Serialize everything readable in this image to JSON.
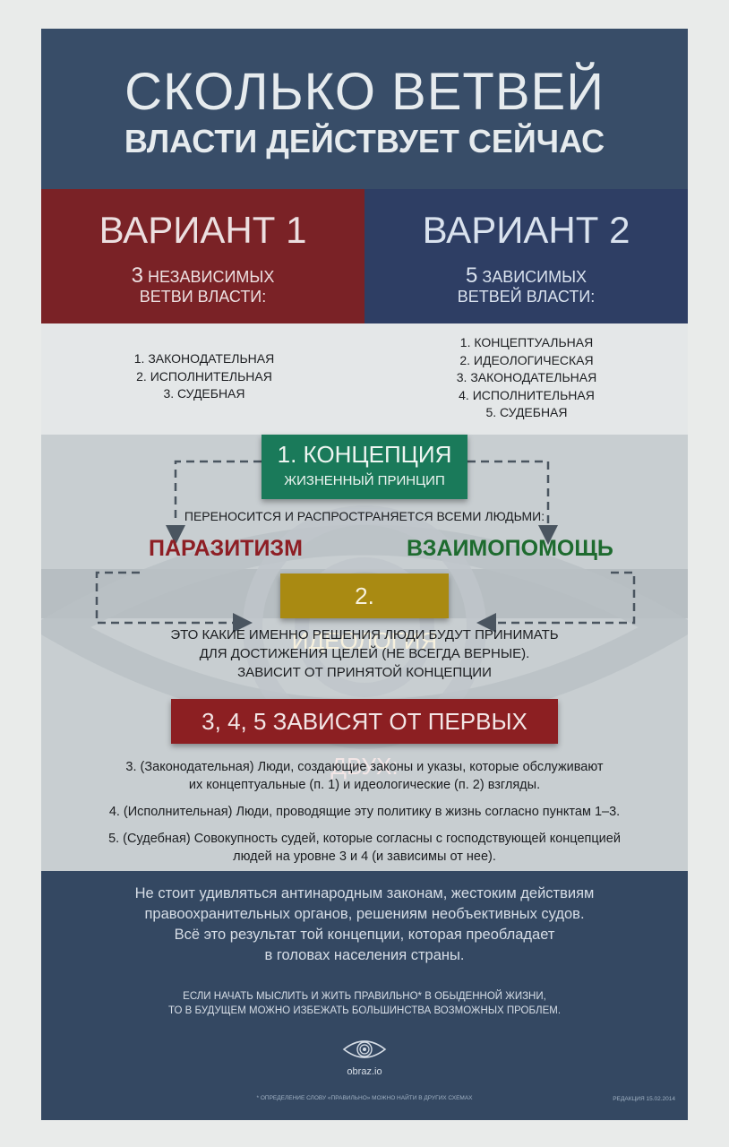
{
  "header": {
    "title_line1": "СКОЛЬКО ВЕТВЕЙ",
    "title_line2": "ВЛАСТИ ДЕЙСТВУЕТ СЕЙЧАС"
  },
  "variant1": {
    "title": "ВАРИАНТ 1",
    "count": "3",
    "sub_line1": "НЕЗАВИСИМЫХ",
    "sub_line2": "ВЕТВИ ВЛАСТИ:",
    "items": [
      "1. ЗАКОНОДАТЕЛЬНАЯ",
      "2. ИСПОЛНИТЕЛЬНАЯ",
      "3. СУДЕБНАЯ"
    ]
  },
  "variant2": {
    "title": "ВАРИАНТ 2",
    "count": "5",
    "sub_line1": "ЗАВИСИМЫХ",
    "sub_line2": "ВЕТВЕЙ ВЛАСТИ:",
    "items": [
      "1. КОНЦЕПТУАЛЬНАЯ",
      "2. ИДЕОЛОГИЧЕСКАЯ",
      "3. ЗАКОНОДАТЕЛЬНАЯ",
      "4. ИСПОЛНИТЕЛЬНАЯ",
      "5. СУДЕБНАЯ"
    ]
  },
  "concept": {
    "title": "1. КОНЦЕПЦИЯ",
    "subtitle": "ЖИЗНЕННЫЙ ПРИНЦИП"
  },
  "spread_text": "ПЕРЕНОСИТСЯ И РАСПРОСТРАНЯЕТСЯ ВСЕМИ ЛЮДЬМИ:",
  "parasitism": "ПАРАЗИТИЗМ",
  "mutual_aid": "ВЗАИМОПОМОЩЬ",
  "ideology": {
    "title": "2. ИДЕОЛОГИЯ",
    "lines": [
      "ЭТО КАКИЕ ИМЕННО РЕШЕНИЯ ЛЮДИ БУДУТ ПРИНИМАТЬ",
      "ДЛЯ ДОСТИЖЕНИЯ ЦЕЛЕЙ (НЕ ВСЕГДА ВЕРНЫЕ).",
      "ЗАВИСИТ ОТ ПРИНЯТОЙ КОНЦЕПЦИИ"
    ]
  },
  "dependents": {
    "title": "3, 4, 5 ЗАВИСЯТ ОТ ПЕРВЫХ ДВУХ:",
    "item3_line1": "3. (Законодательная) Люди, создающие законы и указы, которые обслуживают",
    "item3_line2": "их концептуальные (п. 1) и идеологические (п. 2) взгляды.",
    "item4": "4. (Исполнительная) Люди, проводящие эту политику в жизнь согласно пунктам 1–3.",
    "item5_line1": "5. (Судебная) Совокупность судей, которые согласны с господствующей концепцией",
    "item5_line2": "людей на уровне 3 и 4 (и зависимы от нее)."
  },
  "footer": {
    "warning_lines": [
      "Не стоит удивляться антинародным законам, жестоким действиям",
      "правоохранительных органов, решениям необъективных судов.",
      "Всё это результат той концепции, которая преобладает",
      "в головах населения страны."
    ],
    "tip_lines": [
      "ЕСЛИ НАЧАТЬ МЫСЛИТЬ И ЖИТЬ ПРАВИЛЬНО* В ОБЫДЕННОЙ ЖИЗНИ,",
      "ТО В БУДУЩЕМ МОЖНО ИЗБЕЖАТЬ БОЛЬШИНСТВА ВОЗМОЖНЫХ ПРОБЛЕМ."
    ],
    "logo_icon": "eye-spiral-icon",
    "site": "obraz.io",
    "footnote": "* ОПРЕДЕЛЕНИЕ СЛОВУ «ПРАВИЛЬНО» МОЖНО НАЙТИ В ДРУГИХ СХЕМАХ",
    "edition": "РЕДАКЦИЯ 15.02.2014"
  },
  "colors": {
    "header_blue": "#384d68",
    "variant1_red": "#7a2226",
    "variant2_blue": "#2e3e64",
    "concept_green": "#1a7a5a",
    "ideology_gold": "#a98a12",
    "dependents_red": "#8c1f22",
    "parasitism_red": "#8e1e24",
    "mutual_green": "#1e6b2f"
  }
}
